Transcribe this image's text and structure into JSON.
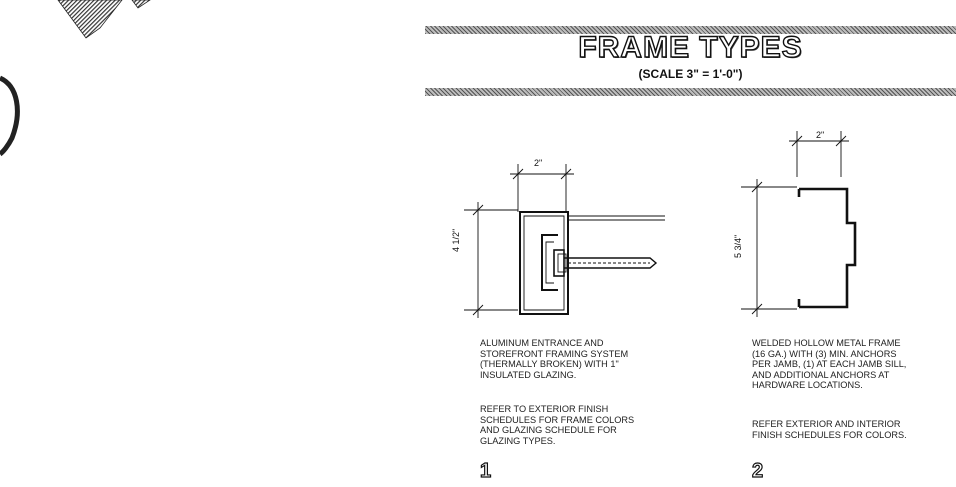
{
  "header": {
    "title": "FRAME TYPES",
    "scale": "(SCALE 3\" = 1'-0\")"
  },
  "frames": [
    {
      "number": "1",
      "dim_width": "2\"",
      "dim_height": "4 1/2\"",
      "description": "ALUMINUM ENTRANCE AND\nSTOREFRONT FRAMING  SYSTEM\n(THERMALLY BROKEN) WITH  1\"\nINSULATED GLAZING.",
      "finish_note": "REFER TO  EXTERIOR FINISH\nSCHEDULES FOR FRAME COLORS\nAND GLAZING SCHEDULE FOR\nGLAZING TYPES."
    },
    {
      "number": "2",
      "dim_width": "2\"",
      "dim_height": "5 3/4\"",
      "description": "WELDED HOLLOW METAL FRAME\n(16 GA.) WITH (3) MIN. ANCHORS\nPER JAMB, (1) AT EACH JAMB SILL,\nAND ADDITIONAL ANCHORS AT\nHARDWARE LOCATIONS.",
      "finish_note": "REFER EXTERIOR AND INTERIOR\nFINISH SCHEDULES FOR COLORS."
    }
  ]
}
